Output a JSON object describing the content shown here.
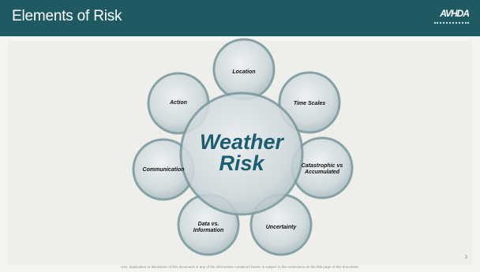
{
  "slide": {
    "title": "Elements of Risk",
    "page_number": "3",
    "footer": "Use, duplication or disclosure of this document or any of the information contained herein is subject to the restrictions on the title page of this document."
  },
  "diagram": {
    "center": {
      "line1": "Weather",
      "line2": "Risk"
    },
    "nodes": [
      {
        "id": "location",
        "label": "Location"
      },
      {
        "id": "time-scales",
        "label": "Time Scales"
      },
      {
        "id": "catastrophic",
        "label": "Catastrophic vs Accumulated"
      },
      {
        "id": "uncertainty",
        "label": "Uncertainty"
      },
      {
        "id": "data-vs-information",
        "label": "Data vs. Information"
      },
      {
        "id": "communication",
        "label": "Communication"
      },
      {
        "id": "action",
        "label": "Action"
      }
    ]
  },
  "colors": {
    "header": "#1f5a63",
    "circle_fill": "#cfd9dc",
    "circle_stroke": "#7c9aa0",
    "center_text": "#1d5d72"
  }
}
